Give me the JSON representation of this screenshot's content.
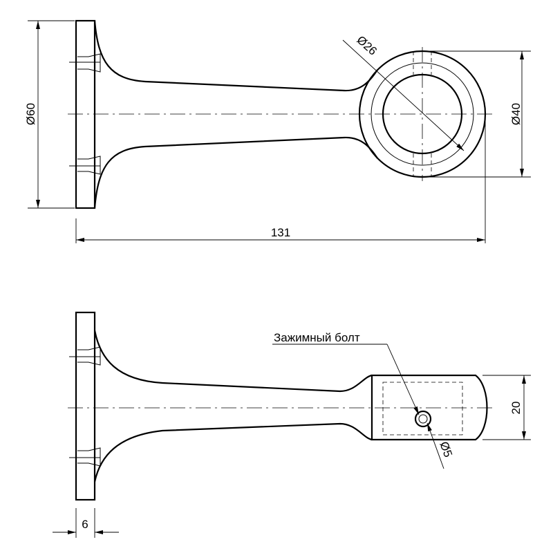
{
  "top_view": {
    "dim_diameter_60": "Ø60",
    "dim_diameter_26": "Ø26",
    "dim_diameter_40": "Ø40",
    "dim_length_131": "131"
  },
  "bottom_view": {
    "callout_label": "Зажимный болт",
    "dim_height_20": "20",
    "dim_diameter_5": "Ø5",
    "dim_thickness_6": "6"
  }
}
